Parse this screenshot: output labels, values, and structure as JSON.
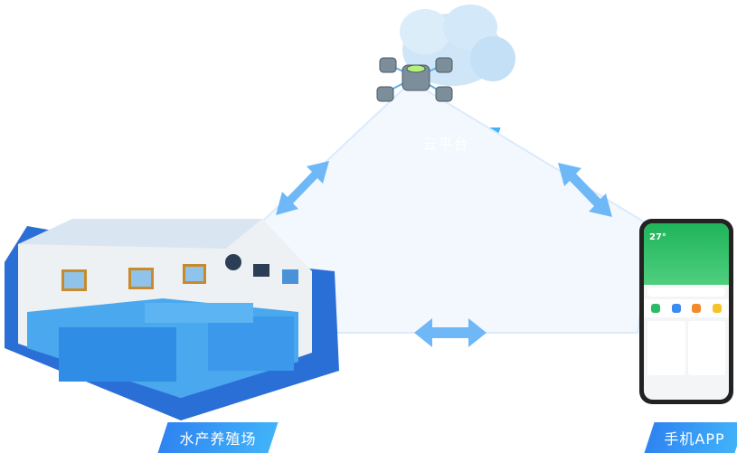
{
  "nodes": {
    "cloud": {
      "label": "云平台",
      "icon": "cloud-server-icon"
    },
    "farm": {
      "label": "水产养殖场",
      "icon": "aquaculture-building-icon"
    },
    "app": {
      "label": "手机APP",
      "icon": "smartphone-icon"
    }
  },
  "phone": {
    "temperature": "27°"
  },
  "colors": {
    "label_gradient_start": "#2f84f1",
    "label_gradient_end": "#41b3f9",
    "arrow": "#6fb8f7",
    "triangle_fill": "#f3f8fe"
  }
}
